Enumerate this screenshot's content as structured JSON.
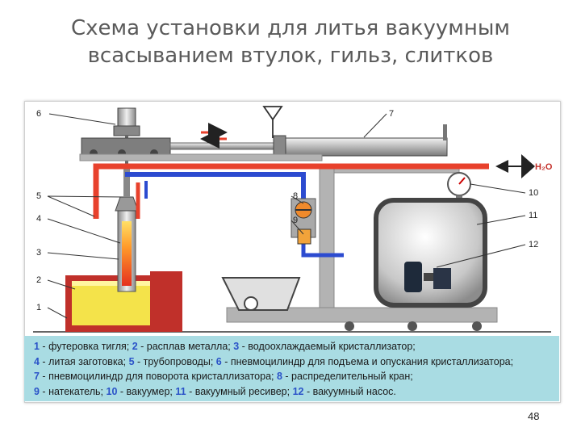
{
  "title": {
    "line1": "Схема установки для литья вакуумным",
    "line2": "всасыванием втулок, гильз, слитков"
  },
  "callouts": [
    "1",
    "2",
    "3",
    "4",
    "5",
    "6",
    "7",
    "8",
    "9",
    "10",
    "11",
    "12"
  ],
  "water_label": "H₂O",
  "legend": {
    "items": [
      {
        "num": "1",
        "text": "футеровка тигля;"
      },
      {
        "num": "2",
        "text": "расплав металла;"
      },
      {
        "num": "3",
        "text": "водоохлаждаемый кристаллизатор;"
      },
      {
        "num": "4",
        "text": "литая заготовка;"
      },
      {
        "num": "5",
        "text": "трубопроводы;"
      },
      {
        "num": "6",
        "text": "пневмоцилиндр для подъема и опускания кристаллизатора;"
      },
      {
        "num": "7",
        "text": "пневмоцилиндр для поворота кристаллизатора;"
      },
      {
        "num": "8",
        "text": "распределительный кран;"
      },
      {
        "num": "9",
        "text": "натекатель;"
      },
      {
        "num": "10",
        "text": "вакуумер;"
      },
      {
        "num": "11",
        "text": "вакуумный ресивер;"
      },
      {
        "num": "12",
        "text": "вакуумный насос."
      }
    ]
  },
  "page_number": "48",
  "colors": {
    "title": "#5a5a5a",
    "legend_bg": "#a9dce3",
    "legend_number": "#2a52c8",
    "hot_pipe": "#e8412c",
    "cold_pipe": "#2c4bd0",
    "melt": "#f4e34a",
    "frame": "#b3b3b3"
  }
}
